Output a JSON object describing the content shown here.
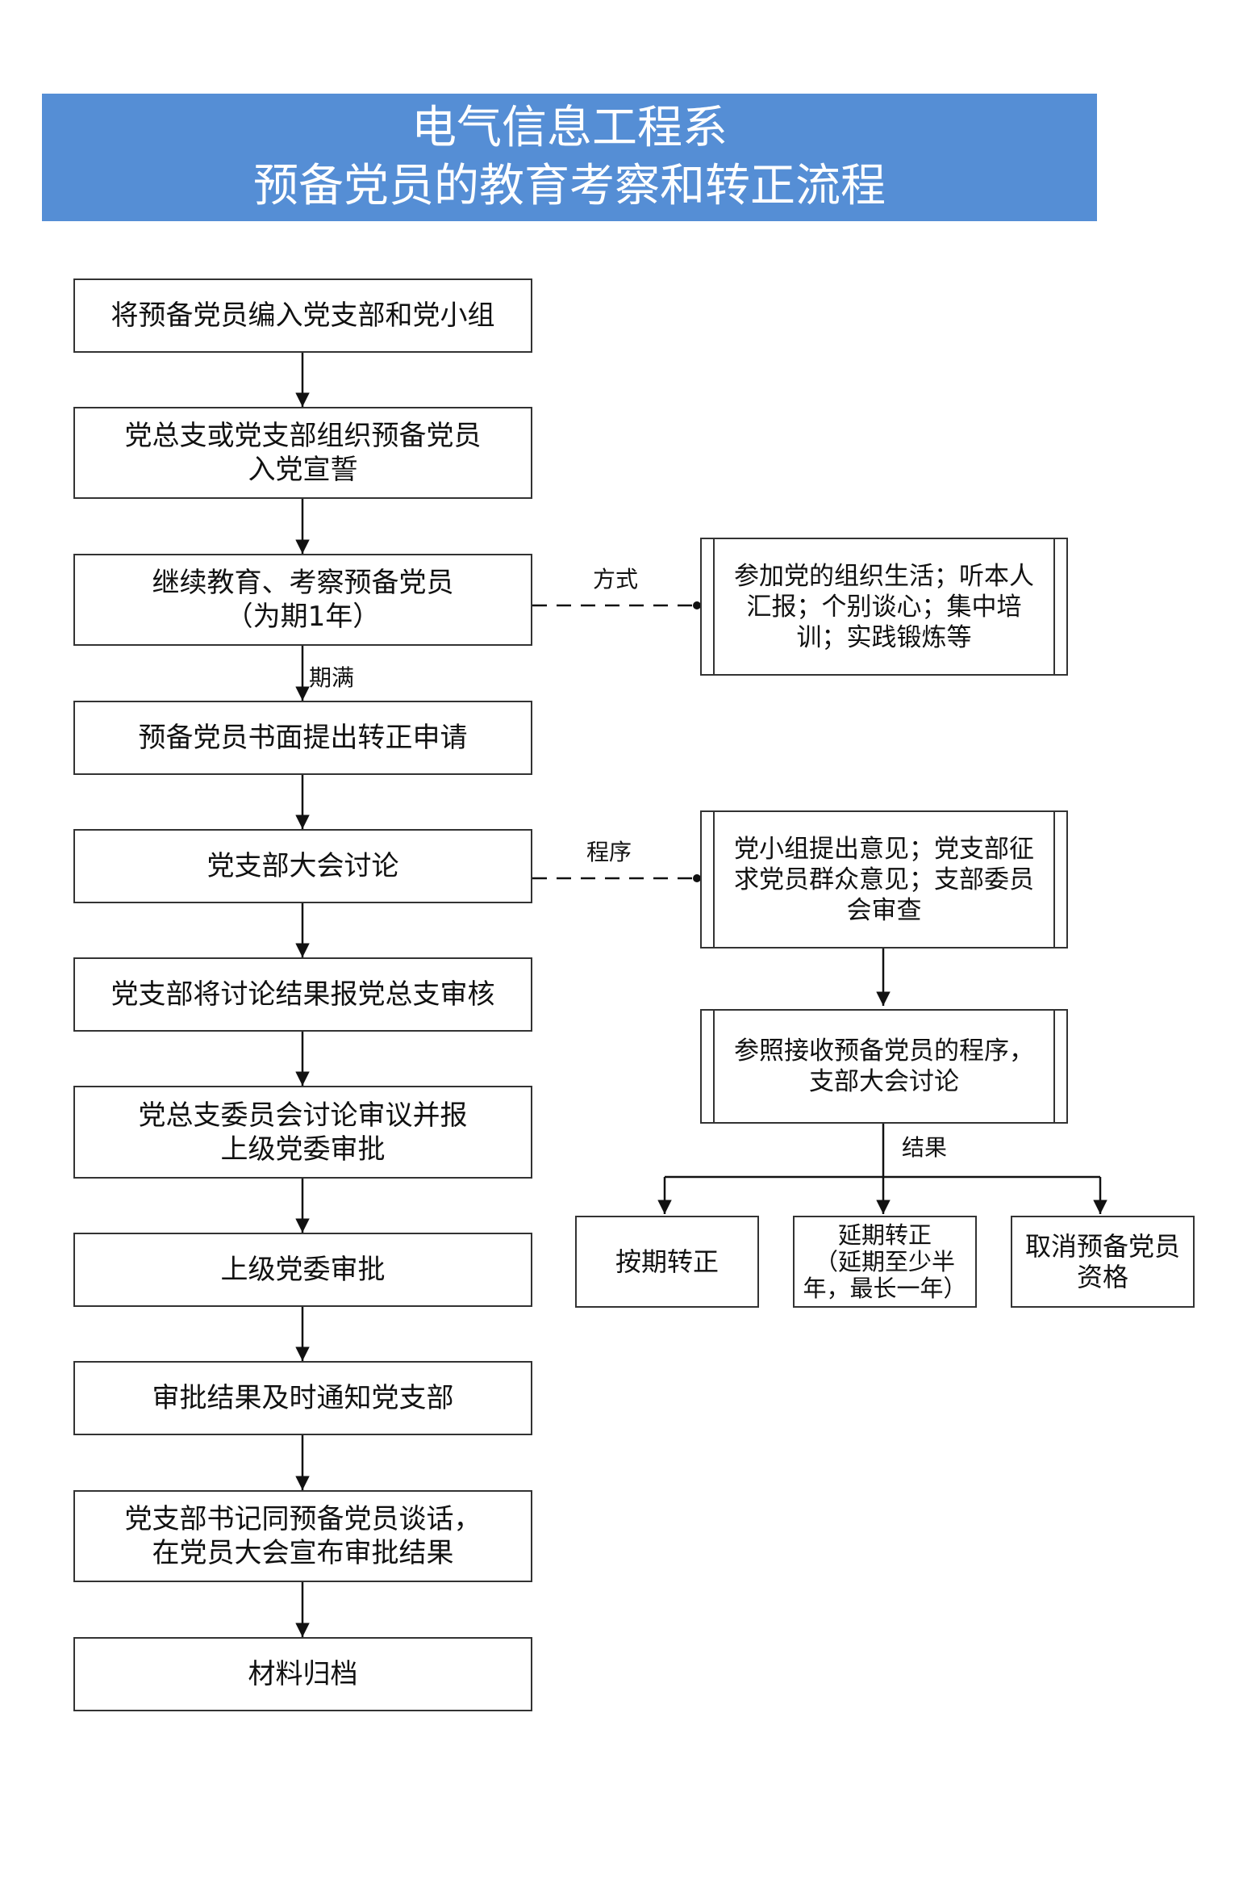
{
  "title": {
    "line1": "电气信息工程系",
    "line2": "预备党员的教育考察和转正流程"
  },
  "main_flow": [
    "将预备党员编入党支部和党小组",
    "党总支或党支部组织预备党员\n入党宣誓",
    "继续教育、考察预备党员\n（为期1年）",
    "预备党员书面提出转正申请",
    "党支部大会讨论",
    "党支部将讨论结果报党总支审核",
    "党总支委员会讨论审议并报\n上级党委审批",
    "上级党委审批",
    "审批结果及时通知党支部",
    "党支部书记同预备党员谈话，\n在党员大会宣布审批结果",
    "材料归档"
  ],
  "side": {
    "methods_label": "方式",
    "methods": "参加党的组织生活；听本人\n汇报；个别谈心；集中培\n训；实践锻炼等",
    "procedure_label": "程序",
    "procedure": "党小组提出意见；党支部征\n求党员群众意见；支部委员\n会审查",
    "reference": "参照接收预备党员的程序，\n支部大会讨论",
    "result_label": "结果",
    "outcomes": [
      "按期转正",
      "延期转正\n（延期至少半\n年，最长一年）",
      "取消预备党员\n资格"
    ]
  },
  "expiry_label": "期满",
  "colors": {
    "banner": "#558ed5",
    "banner_text": "#ffffff",
    "border": "#333333"
  }
}
